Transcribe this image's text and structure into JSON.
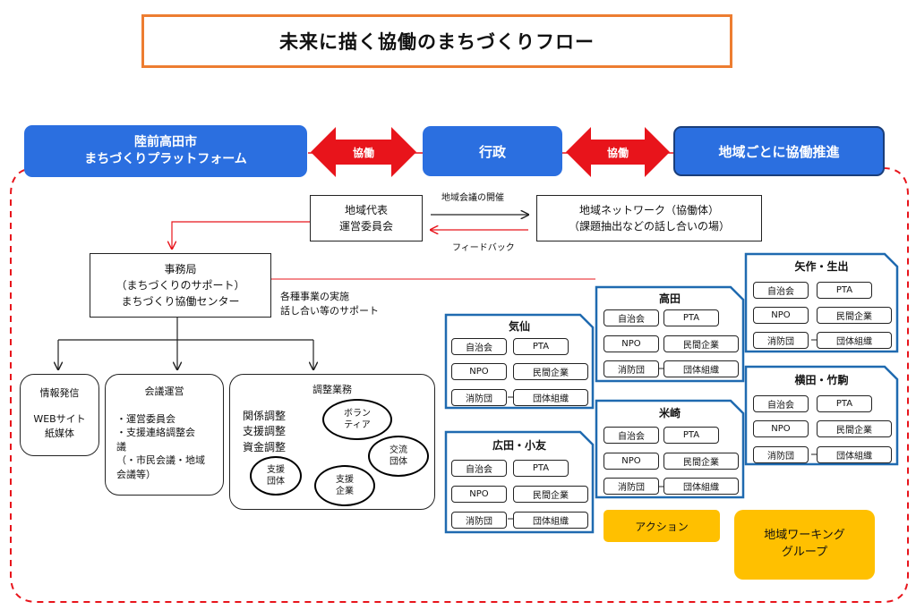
{
  "title": "未来に描く協働のまちづくりフロー",
  "top_row": {
    "platform": [
      "陸前高田市",
      "まちづくりプラットフォーム"
    ],
    "gov": "行政",
    "regional": "地域ごとに協働推進",
    "kyodo_left": "協働",
    "kyodo_right": "協働"
  },
  "committee": [
    "地域代表",
    "運営委員会"
  ],
  "network": [
    "地域ネットワーク（協働体）",
    "（課題抽出などの話し合いの場）"
  ],
  "arrow_labels": {
    "meeting": "地域会議の開催",
    "feedback": "フィードバック"
  },
  "office": [
    "事務局",
    "（まちづくりのサポート）",
    "まちづくり協働センター"
  ],
  "office_note": [
    "各種事業の実施",
    "話し合い等のサポート"
  ],
  "info_box": {
    "title": "情報発信",
    "lines": [
      "WEBサイト",
      "紙媒体"
    ]
  },
  "meeting_box": {
    "title": "会議運営",
    "lines": [
      "・運営委員会",
      "・支援連絡調整会",
      "議",
      "（・市民会議・地域",
      "会議等）"
    ]
  },
  "coord_box": {
    "title": "調整業務",
    "lines": [
      "関係調整",
      "支援調整",
      "資金調整"
    ],
    "volunteer": [
      "ボラン",
      "ティア"
    ],
    "exchange": [
      "交流",
      "団体"
    ],
    "support_group": [
      "支援",
      "団体"
    ],
    "support_company": [
      "支援",
      "企業"
    ]
  },
  "org_labels": {
    "jichikai": "自治会",
    "pta": "PTA",
    "npo": "NPO",
    "company": "民間企業",
    "fire": "消防団",
    "group": "団体組織"
  },
  "areas": {
    "kesen": "気仙",
    "hirota": "広田・小友",
    "takata": "高田",
    "yonesaki": "米崎",
    "yahagi": "矢作・生出",
    "yokota": "横田・竹駒"
  },
  "action": "アクション",
  "working_group": [
    "地域ワーキング",
    "グループ"
  ],
  "colors": {
    "blue": "#2b6fe0",
    "red": "#e8141b",
    "orange_border": "#ed7d31",
    "yellow": "#ffc000",
    "area_border": "#1f6ab0"
  }
}
